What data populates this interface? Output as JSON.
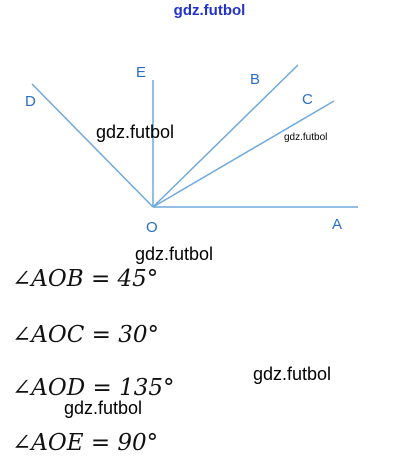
{
  "watermark": "gdz.futbol",
  "diagram": {
    "points": {
      "O": "O",
      "A": "A",
      "B": "B",
      "C": "C",
      "D": "D",
      "E": "E"
    },
    "line_color": "#6fa8dc"
  },
  "equations": [
    "∠AOB = 45°",
    "∠AOC = 30°",
    "∠AOD = 135°",
    "∠AOE = 90°"
  ]
}
